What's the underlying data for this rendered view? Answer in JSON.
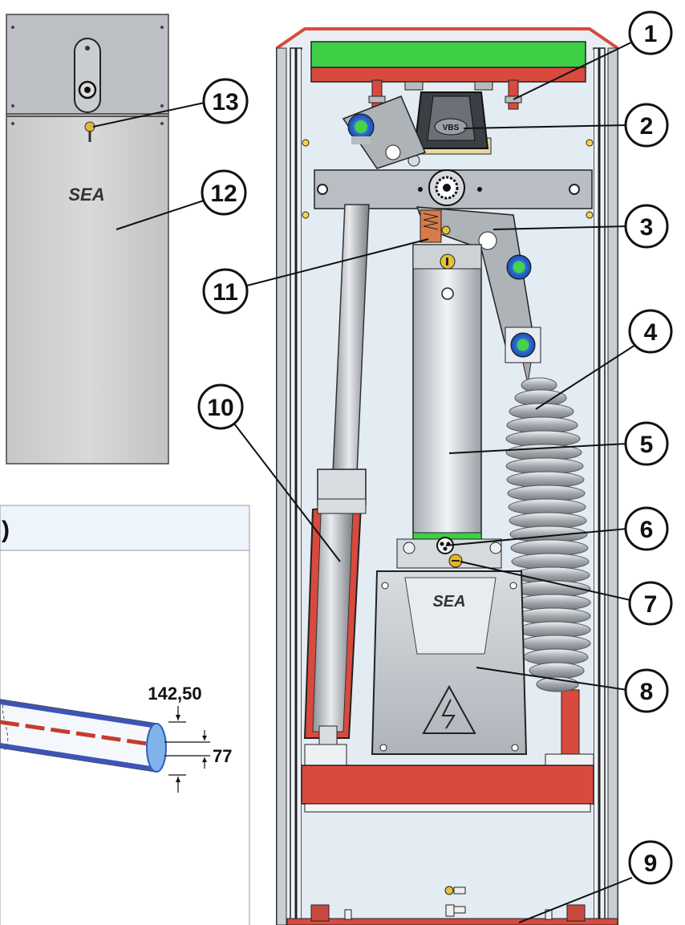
{
  "callouts": [
    "1",
    "2",
    "3",
    "4",
    "5",
    "6",
    "7",
    "8",
    "9",
    "10",
    "11",
    "12",
    "13"
  ],
  "dimensions": {
    "beam_height": "142,50",
    "beam_width": "77"
  },
  "branding": {
    "cabinet_logo": "SEA",
    "control_box_logo": "SEA",
    "motor_badge": "VBS"
  },
  "inset_header": ")",
  "colors": {
    "frame_red": "#d84a3e",
    "panel_bg": "#e3ebf3",
    "green_bar": "#3ecf47",
    "blue_bushing": "#2f6fd6",
    "cabinet_gray": "#cfd1d0"
  }
}
